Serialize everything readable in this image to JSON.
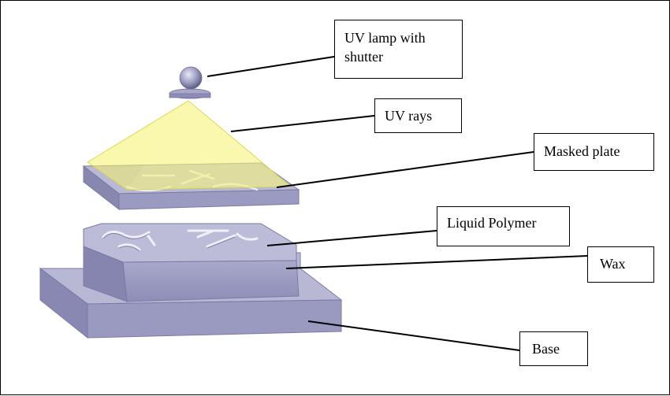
{
  "labels": {
    "uv_lamp": "UV lamp with shutter",
    "uv_rays": "UV rays",
    "masked_plate": "Masked plate",
    "liquid_polymer": "Liquid Polymer",
    "wax": "Wax",
    "base": "Base"
  },
  "colors": {
    "plate_top": "#b9b9d6",
    "plate_front": "#9b9bc2",
    "plate_side": "#8787b0",
    "uv_yellow": "#f4f26a",
    "arrow": "#000000"
  }
}
